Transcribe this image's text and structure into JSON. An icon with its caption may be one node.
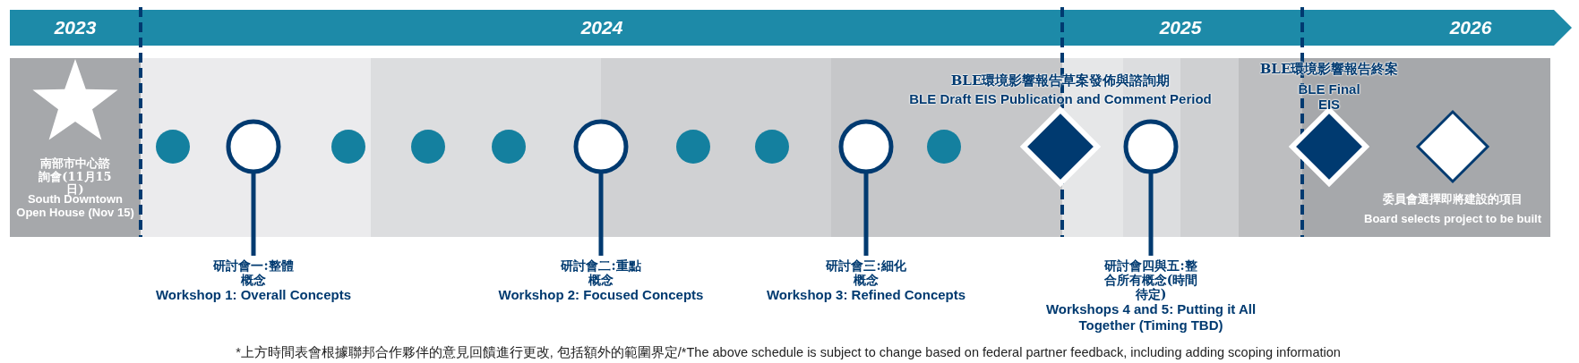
{
  "diagram": {
    "nodes": [
      {
        "text": [],
        "shape": "star",
        "beside": [
          "南部市中心諮詢會(11月15日)",
          "South Downtown Open House (Nov 15)"
        ]
      },
      {
        "text": [],
        "shape": "circle"
      },
      {
        "text": [],
        "shape": "circle"
      },
      {
        "text": [],
        "shape": "circle"
      },
      {
        "text": [],
        "shape": "circle"
      },
      {
        "text": [],
        "shape": "circle"
      },
      {
        "text": [],
        "shape": "circle"
      },
      {
        "text": [],
        "shape": "circle"
      },
      {
        "text": [],
        "shape": "circle"
      },
      {
        "text": [],
        "shape": "circle"
      },
      {
        "text": [],
        "shape": "circle"
      },
      {
        "text": [],
        "shape": "diamond",
        "beside": [
          "BLE環境影響報告草案發佈與諮詢期",
          "BLE Draft EIS Publication and Comment Period"
        ]
      },
      {
        "text": [],
        "shape": "circle"
      },
      {
        "text": [],
        "shape": "diamond",
        "beside": [
          "BLE環境影響報告終案",
          "BLE Final EIS"
        ]
      },
      {
        "text": [],
        "shape": "diamond",
        "beside": [
          "委員會選擇即將建設的項目",
          "Board selects project to be built"
        ]
      },
      {
        "text": [
          "研討會一:整體概念",
          "Workshop 1: Overall Concepts"
        ]
      },
      {
        "text": [
          "研討會二:重點概念",
          "Workshop 2: Focused Concepts"
        ]
      },
      {
        "text": [
          "研討會三:細化概念",
          "Workshop 3: Refined Concepts"
        ]
      },
      {
        "text": [
          "研討會四與五:整合所有概念(時間待定)",
          "Workshops 4 and 5: Putting it All Together (Timing TBD)"
        ]
      }
    ],
    "edges": [
      {
        "from": 15,
        "to": 2,
        "arrow": "none"
      },
      {
        "from": 16,
        "to": 6,
        "arrow": "none"
      },
      {
        "from": 17,
        "to": 9,
        "arrow": "none"
      },
      {
        "from": 18,
        "to": 12,
        "arrow": "none"
      }
    ],
    "labels": [
      "2023",
      "2024",
      "2025",
      "2026",
      "*上方時間表會根據聯邦合作夥伴的意見回饋進行更改, 包括額外的範圍界定/*The above schedule is subject to change based on federal partner feedback, including adding scoping information"
    ]
  }
}
